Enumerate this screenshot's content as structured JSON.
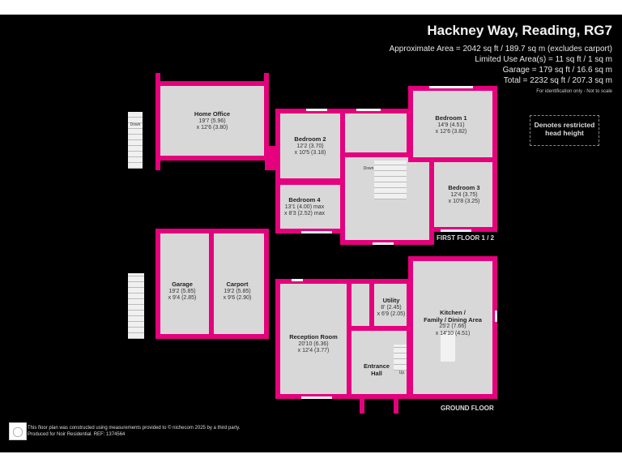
{
  "header": {
    "title": "Hackney Way, Reading, RG7",
    "areas": [
      "Approximate Area = 2042 sq ft / 189.7 sq m (excludes carport)",
      "Limited Use Area(s) = 11 sq ft / 1 sq m",
      "Garage = 179 sq ft / 16.6 sq m",
      "Total = 2232 sq ft / 207.3 sq m"
    ],
    "note": "For identification only - Not to scale"
  },
  "legend": {
    "line1": "Denotes restricted",
    "line2": "head height"
  },
  "colors": {
    "walls": "#e5007d",
    "floor": "#d8d8d8",
    "background": "#000000"
  },
  "first_floor": {
    "label": "FIRST FLOOR 1 / 2",
    "stairs_label": "Down",
    "landing_label": "Down",
    "rooms": {
      "home_office": {
        "name": "Home Office",
        "dim1": "19'7 (5.96)",
        "dim2": "x 12'6 (3.80)"
      },
      "bedroom2": {
        "name": "Bedroom 2",
        "dim1": "12'2 (3.70)",
        "dim2": "x 10'5 (3.18)"
      },
      "bedroom1": {
        "name": "Bedroom 1",
        "dim1": "14'9 (4.51)",
        "dim2": "x 12'6 (3.82)"
      },
      "bedroom3": {
        "name": "Bedroom 3",
        "dim1": "12'4 (3.75)",
        "dim2": "x 10'8 (3.25)"
      },
      "bedroom4": {
        "name": "Bedroom 4",
        "dim1": "13'1 (4.00) max",
        "dim2": "x 8'3 (2.52) max"
      }
    }
  },
  "ground_floor": {
    "label": "GROUND FLOOR",
    "stairs_label": "Up",
    "rooms": {
      "garage": {
        "name": "Garage",
        "dim1": "19'2 (5.85)",
        "dim2": "x 9'4 (2.85)"
      },
      "carport": {
        "name": "Carport",
        "dim1": "19'2 (5.85)",
        "dim2": "x 9'6 (2.90)"
      },
      "reception": {
        "name": "Reception Room",
        "dim1": "20'10 (6.36)",
        "dim2": "x 12'4 (3.77)"
      },
      "utility": {
        "name": "Utility",
        "dim1": "8' (2.45)",
        "dim2": "x 6'9 (2.05)"
      },
      "kitchen": {
        "name1": "Kitchen /",
        "name2": "Family / Dining Area",
        "dim1": "25'2 (7.66)",
        "dim2": "x 14'10 (4.51)"
      },
      "hall": {
        "name1": "Entrance",
        "name2": "Hall"
      }
    }
  },
  "footer": {
    "line1": "This floor plan was constructed using measurements provided to © nichecom 2025 by a third party.",
    "line2": "Produced for Noir Residential.    REF:   1374564"
  }
}
